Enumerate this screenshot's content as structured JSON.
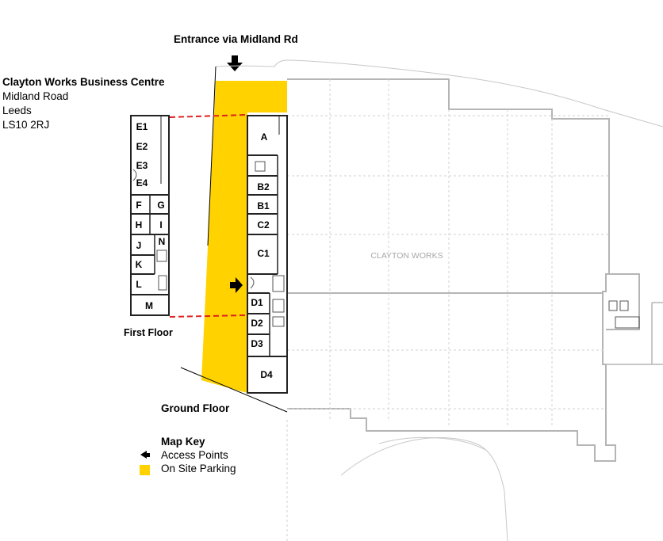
{
  "address": {
    "name": "Clayton Works Business Centre",
    "line1": "Midland Road",
    "line2": "Leeds",
    "postcode": "LS10 2RJ"
  },
  "entrance_label": "Entrance via Midland Rd",
  "first_floor": {
    "label": "First Floor",
    "units": [
      "E1",
      "E2",
      "E3",
      "E4",
      "F",
      "G",
      "H",
      "I",
      "J",
      "N",
      "K",
      "L",
      "M"
    ]
  },
  "ground_floor": {
    "label": "Ground Floor",
    "units": [
      "A",
      "B2",
      "B1",
      "C2",
      "C1",
      "D1",
      "D2",
      "D3",
      "D4"
    ]
  },
  "main_building_label": "CLAYTON WORKS",
  "map_key": {
    "title": "Map Key",
    "access_label": "Access Points",
    "parking_label": "On Site Parking"
  },
  "colors": {
    "parking": "#ffd200",
    "walls": "#222222",
    "faint_walls": "#b5b5b5",
    "connector": "#e02020"
  },
  "icons": [
    "arrow-down-icon",
    "arrow-right-icon",
    "arrow-left-icon"
  ]
}
